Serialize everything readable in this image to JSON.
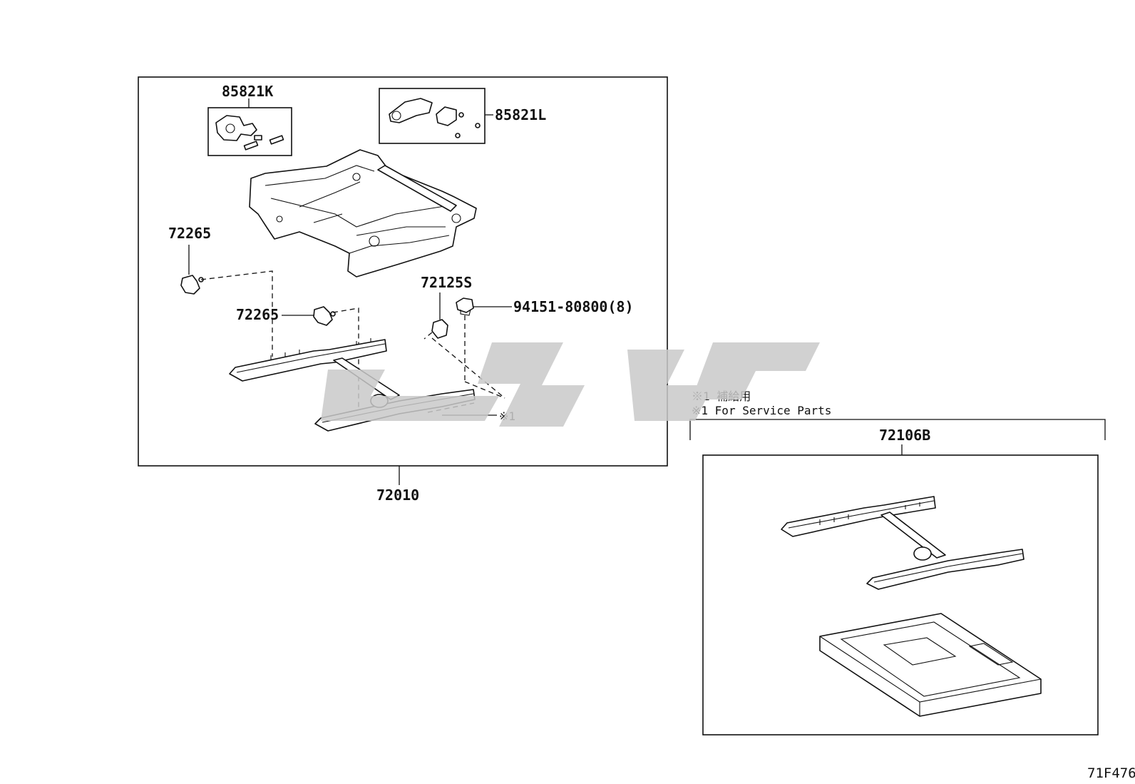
{
  "labels": {
    "motor_k": "85821K",
    "motor_l": "85821L",
    "cover_upper": "72265",
    "cover_lower": "72265",
    "bracket": "72125S",
    "nut": "94151-80800(8)",
    "note_marker": "※1",
    "assembly": "72010",
    "service_adjuster": "72106B",
    "drawing_code": "71F476"
  },
  "notes": {
    "line_jp": "※1 補給用",
    "line_en": "※1 For Service Parts"
  },
  "watermark": {
    "color": "#c9c9c9"
  }
}
